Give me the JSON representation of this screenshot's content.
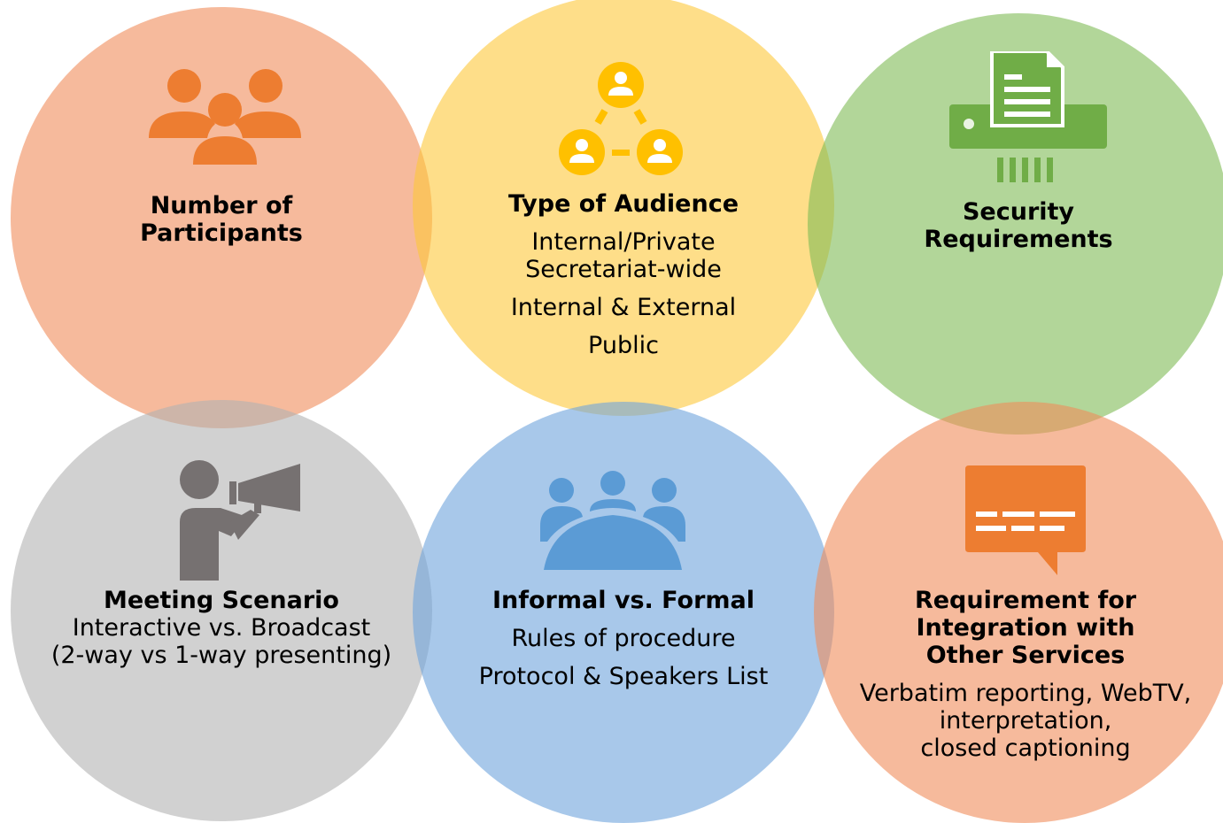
{
  "colors": {
    "orange": "#f08c5a",
    "orange_icon": "#ed7d31",
    "yellow": "#fdc83b",
    "yellow_icon": "#ffc000",
    "green": "#7fba55",
    "green_icon": "#70ad47",
    "gray": "#b3b3b3",
    "gray_icon": "#767171",
    "blue": "#6ea3dc",
    "blue_icon": "#5b9bd5"
  },
  "nodes": {
    "participants": {
      "icon": "group-people-icon",
      "title_1": "Number of",
      "title_2": "Participants"
    },
    "audience": {
      "icon": "network-people-icon",
      "title": "Type of Audience",
      "items": [
        "Internal/Private",
        "Secretariat-wide",
        "Internal & External",
        "Public"
      ]
    },
    "security": {
      "icon": "paper-shredder-icon",
      "title_1": "Security",
      "title_2": "Requirements"
    },
    "scenario": {
      "icon": "megaphone-speaker-icon",
      "title": "Meeting Scenario",
      "line_1": "Interactive vs. Broadcast",
      "line_2": "(2-way vs 1-way presenting)"
    },
    "formality": {
      "icon": "meeting-table-icon",
      "title": "Informal vs. Formal",
      "line_1": "Rules of procedure",
      "line_2": "Protocol & Speakers List"
    },
    "integration": {
      "icon": "chat-caption-icon",
      "title_1": "Requirement for",
      "title_2": "Integration with",
      "title_3": "Other Services",
      "line_1": "Verbatim reporting, WebTV,",
      "line_2": "interpretation,",
      "line_3": "closed captioning"
    }
  }
}
